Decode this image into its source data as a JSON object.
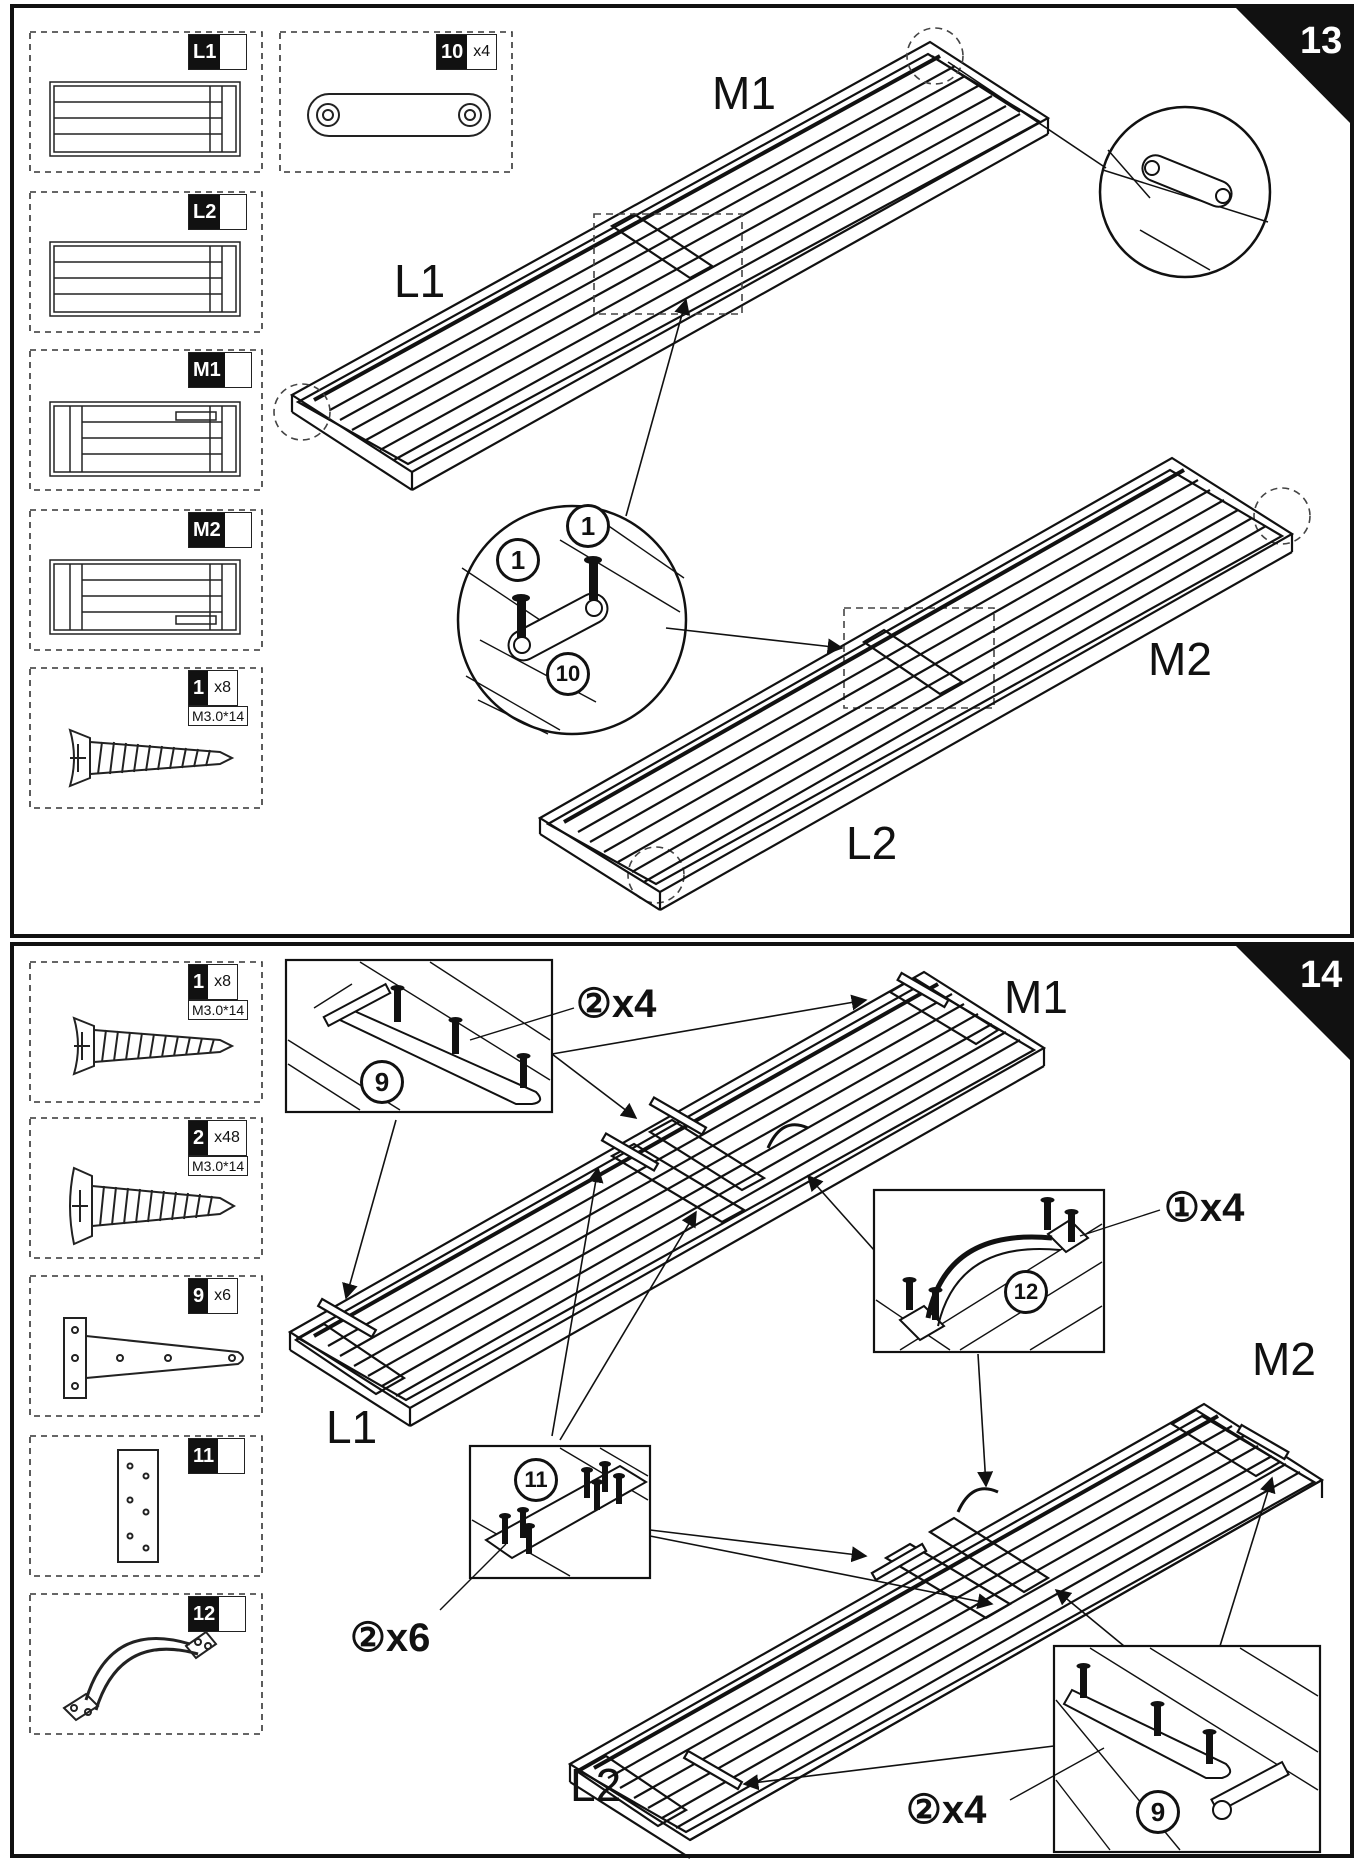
{
  "steps": [
    {
      "number": "13",
      "labels": {
        "m1": "M1",
        "l1": "L1",
        "m2": "M2",
        "l2": "L2"
      },
      "callouts": {
        "screw_a": "1",
        "screw_b": "1",
        "plate": "10"
      },
      "parts": [
        {
          "code": "L1",
          "qty": ""
        },
        {
          "code": "10",
          "qty": "x4"
        },
        {
          "code": "L2",
          "qty": ""
        },
        {
          "code": "M1",
          "qty": ""
        },
        {
          "code": "M2",
          "qty": ""
        },
        {
          "code": "1",
          "qty": "x8",
          "spec": "M3.0*14"
        }
      ]
    },
    {
      "number": "14",
      "labels": {
        "m1": "M1",
        "l1": "L1",
        "m2": "M2",
        "l2": "L2"
      },
      "callouts": {
        "hinge_screws_top": "②x4",
        "handle_screws": "①x4",
        "bracket_screws": "②x6",
        "hinge_screws_bottom": "②x4",
        "hinge_top": "9",
        "handle": "12",
        "bracket": "11",
        "hinge_bottom": "9"
      },
      "parts": [
        {
          "code": "1",
          "qty": "x8",
          "spec": "M3.0*14"
        },
        {
          "code": "2",
          "qty": "x48",
          "spec": "M3.0*14"
        },
        {
          "code": "9",
          "qty": "x6"
        },
        {
          "code": "11",
          "qty": ""
        },
        {
          "code": "12",
          "qty": ""
        }
      ]
    }
  ]
}
